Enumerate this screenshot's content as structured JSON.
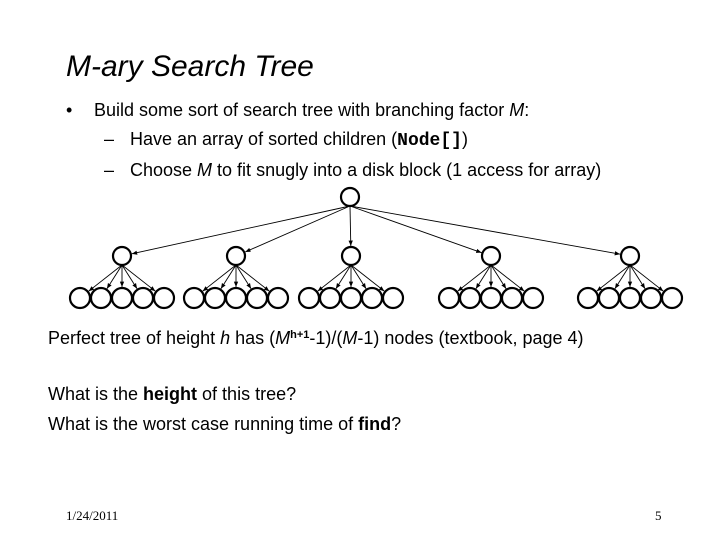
{
  "slide": {
    "title": "M-ary Search Tree",
    "bullet_main": {
      "prefix": "Build some sort of search tree with branching factor ",
      "var": "M",
      "suffix": ":"
    },
    "sub1": {
      "prefix": "Have an array of sorted children (",
      "code": "Node[]",
      "suffix": ")"
    },
    "sub2": {
      "prefix": "Choose ",
      "var": "M",
      "suffix": " to fit snugly into a disk block (1 access for array)"
    },
    "formula": {
      "prefix": "Perfect tree of height ",
      "h": "h",
      "mid": " has (",
      "M1": "M",
      "exp": "h+1",
      "mid2": "-1)/(",
      "M2": "M",
      "suffix": "-1) nodes (textbook, page 4)"
    },
    "q1": {
      "prefix": "What is the ",
      "bold": "height",
      "suffix": " of this tree?"
    },
    "q2": {
      "prefix": "What is the worst case running time of ",
      "bold": "find",
      "suffix": "?"
    },
    "footer_date": "1/24/2011",
    "page_number": "5"
  },
  "tree": {
    "branching_factor": 5,
    "levels": 3,
    "colors": {
      "node_fill": "#ffffff",
      "stroke": "#000000"
    }
  }
}
